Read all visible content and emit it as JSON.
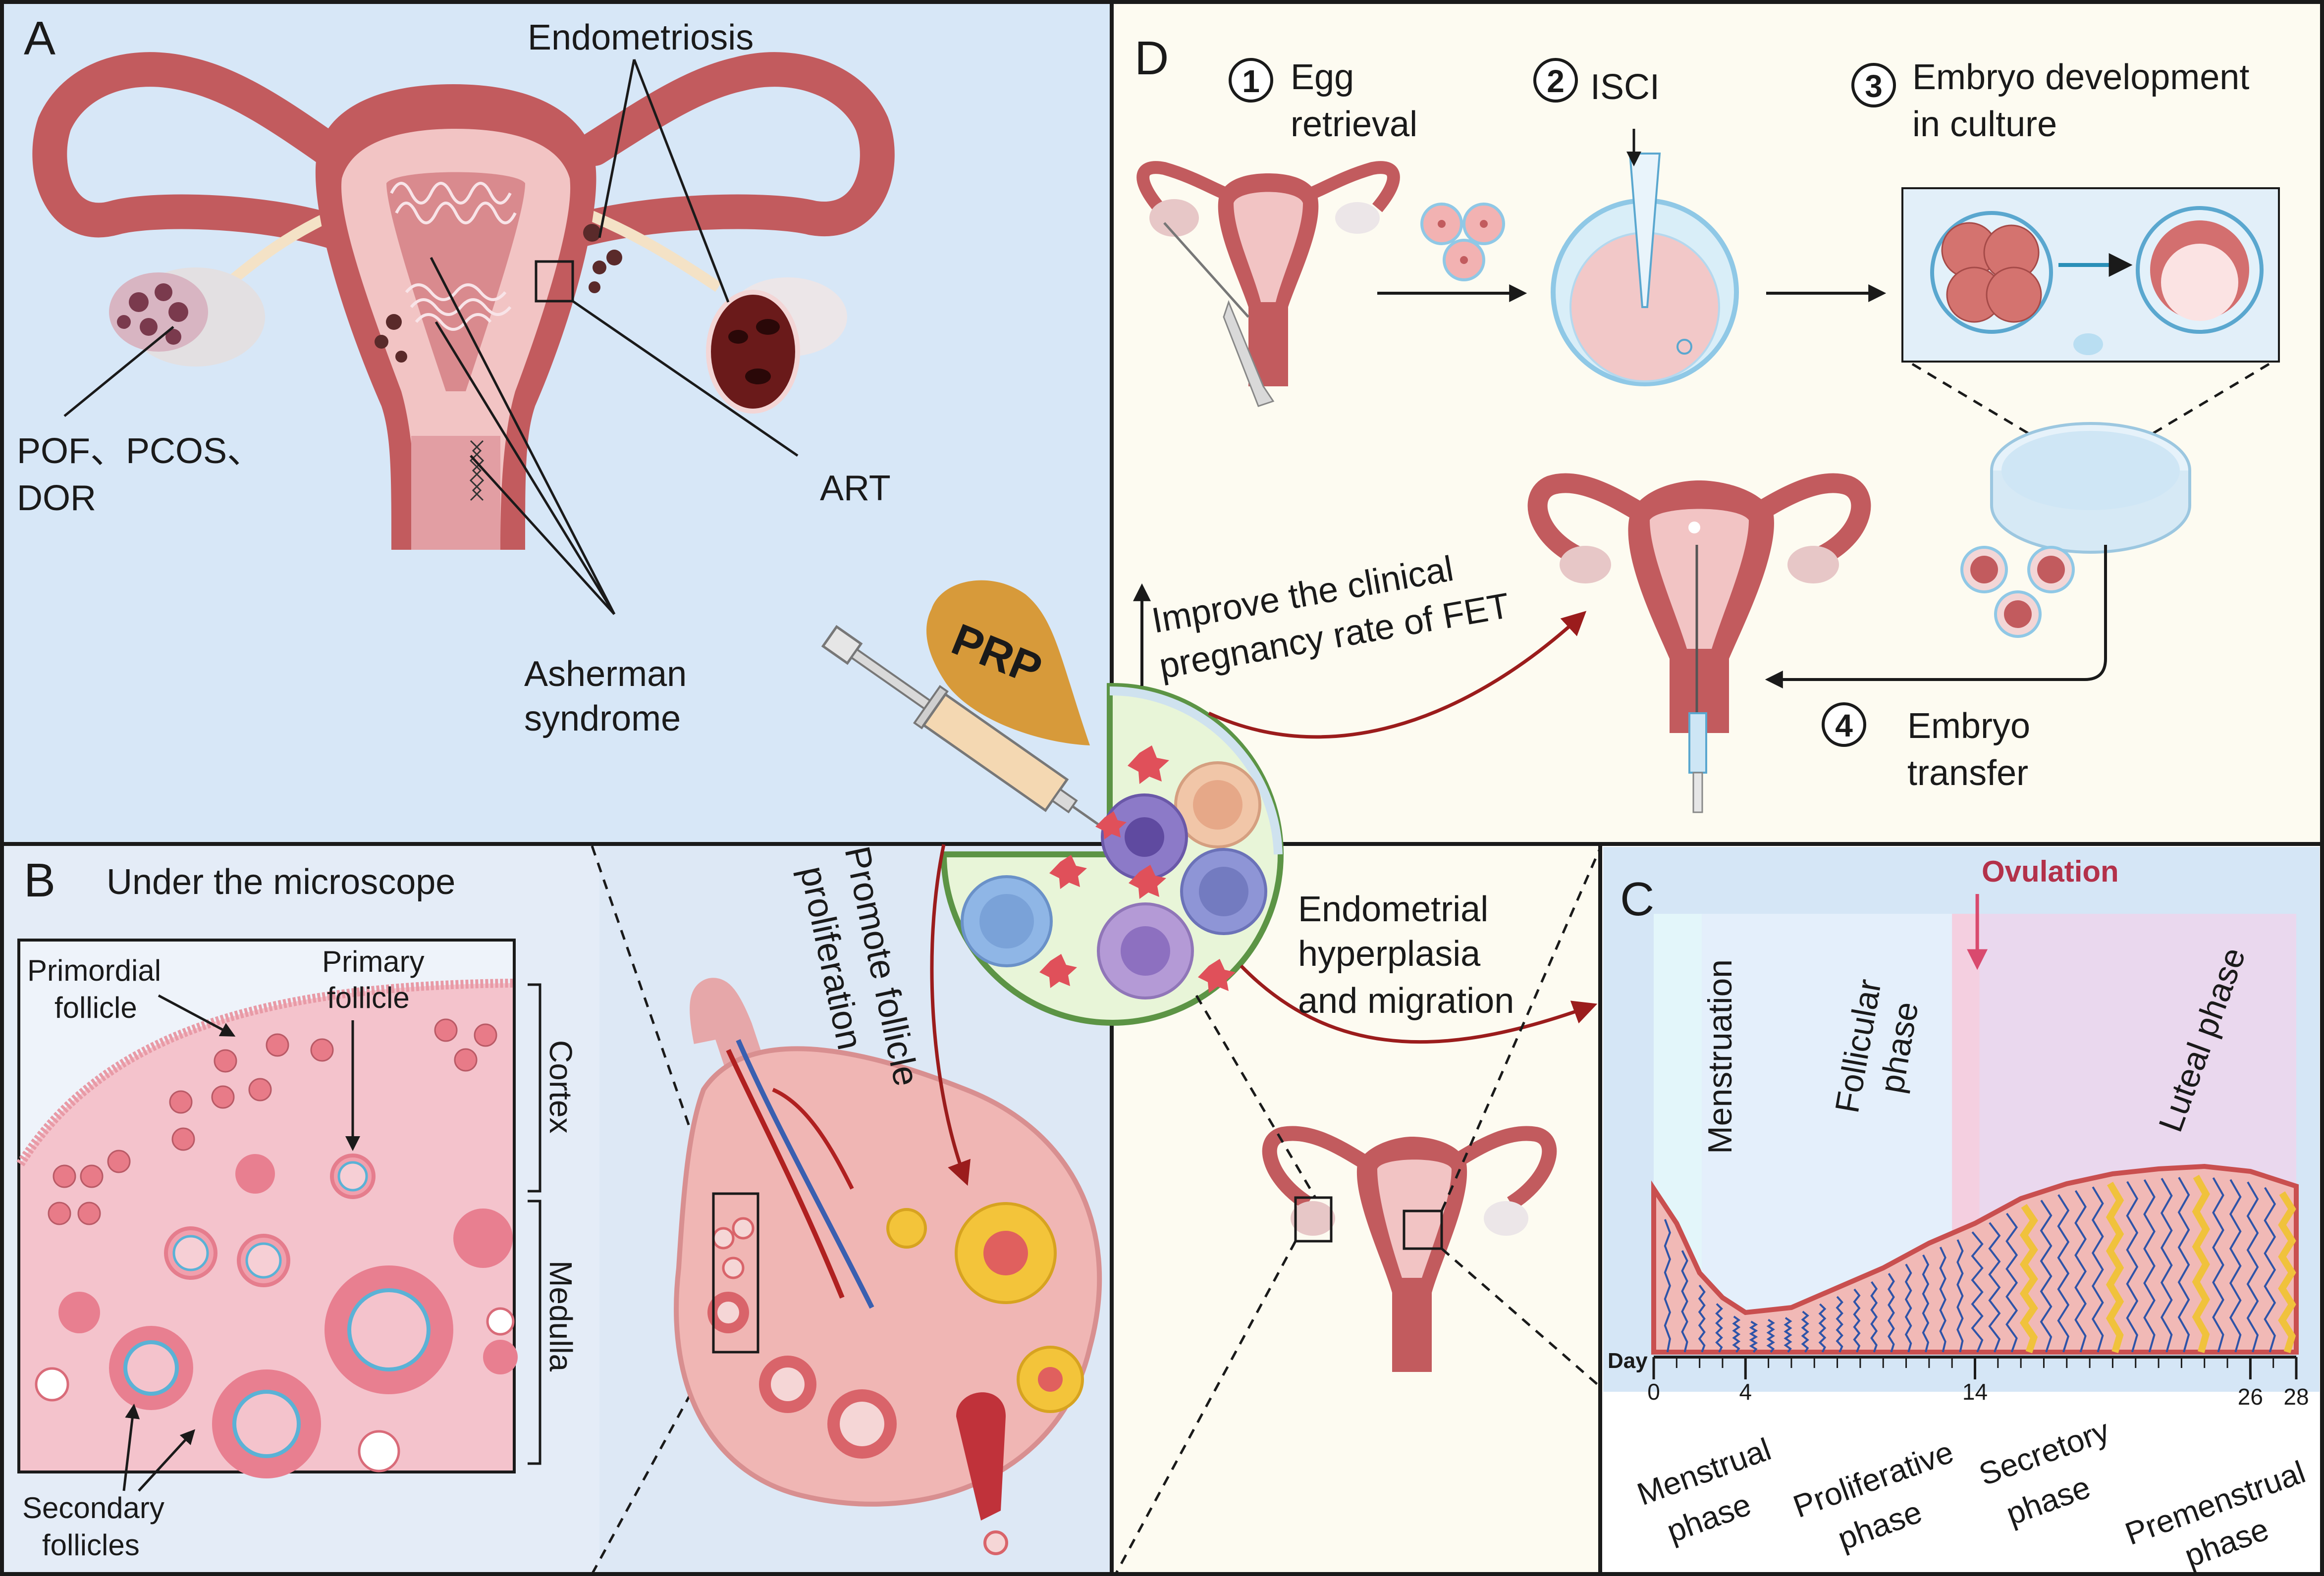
{
  "colors": {
    "panel_a_bg": "#d7e7f7",
    "panel_d_bg": "#fdfbf1",
    "panel_b_bg": "#e4ecf7",
    "panel_bl_bg": "#dde8f5",
    "tissue": "#e8a8ac",
    "tissue_dark": "#b85a60",
    "uterus_outer": "#c25b5e",
    "uterus_inner": "#f2c4c4",
    "prp": "#d79a3a",
    "arrow_red": "#9b1c1c",
    "ovulation": "#b3314a",
    "microscope_bg": "#f7c8cf",
    "cell_green": "#e8f5d8",
    "cell_green_border": "#5c9445"
  },
  "panel_a": {
    "letter": "A",
    "endometriosis": "Endometriosis",
    "pof_line1": "POF、PCOS、",
    "pof_line2": "DOR",
    "art": "ART",
    "asherman_line1": "Asherman",
    "asherman_line2": "syndrome"
  },
  "panel_b": {
    "letter": "B",
    "title": "Under the microscope",
    "primordial_line1": "Primordial",
    "primordial_line2": "follicle",
    "primary_line1": "Primary",
    "primary_line2": "follicle",
    "secondary_line1": "Secondary",
    "secondary_line2": "follicles",
    "cortex": "Cortex",
    "medulla": "Medulla"
  },
  "center": {
    "prp": "PRP",
    "improve_line1": "Improve the clinical",
    "improve_line2": "pregnancy rate of FET",
    "promote_line1": "Promote follicle",
    "promote_line2": "proliferation",
    "endo_line1": "Endometrial",
    "endo_line2": "hyperplasia",
    "endo_line3": "and migration"
  },
  "panel_d": {
    "letter": "D",
    "step1_num": "1",
    "step1_line1": "Egg",
    "step1_line2": "retrieval",
    "step2_num": "2",
    "step2_label": "ISCI",
    "step3_num": "3",
    "step3_line1": "Embryo development",
    "step3_line2": "in culture",
    "step4_num": "4",
    "step4_line1": "Embryo",
    "step4_line2": "transfer"
  },
  "panel_c": {
    "letter": "C",
    "ovulation": "Ovulation",
    "menstruation": "Menstruation",
    "follicular_line1": "Follicular",
    "follicular_line2": "phase",
    "luteal": "Luteal phase",
    "day_label": "Day",
    "ticks": [
      "0",
      "4",
      "14",
      "26",
      "28"
    ],
    "menstrual_line1": "Menstrual",
    "menstrual_line2": "phase",
    "proliferative_line1": "Proliferative",
    "proliferative_line2": "phase",
    "secretory_line1": "Secretory",
    "secretory_line2": "phase",
    "premenstrual_line1": "Premenstrual",
    "premenstrual_line2": "phase"
  }
}
